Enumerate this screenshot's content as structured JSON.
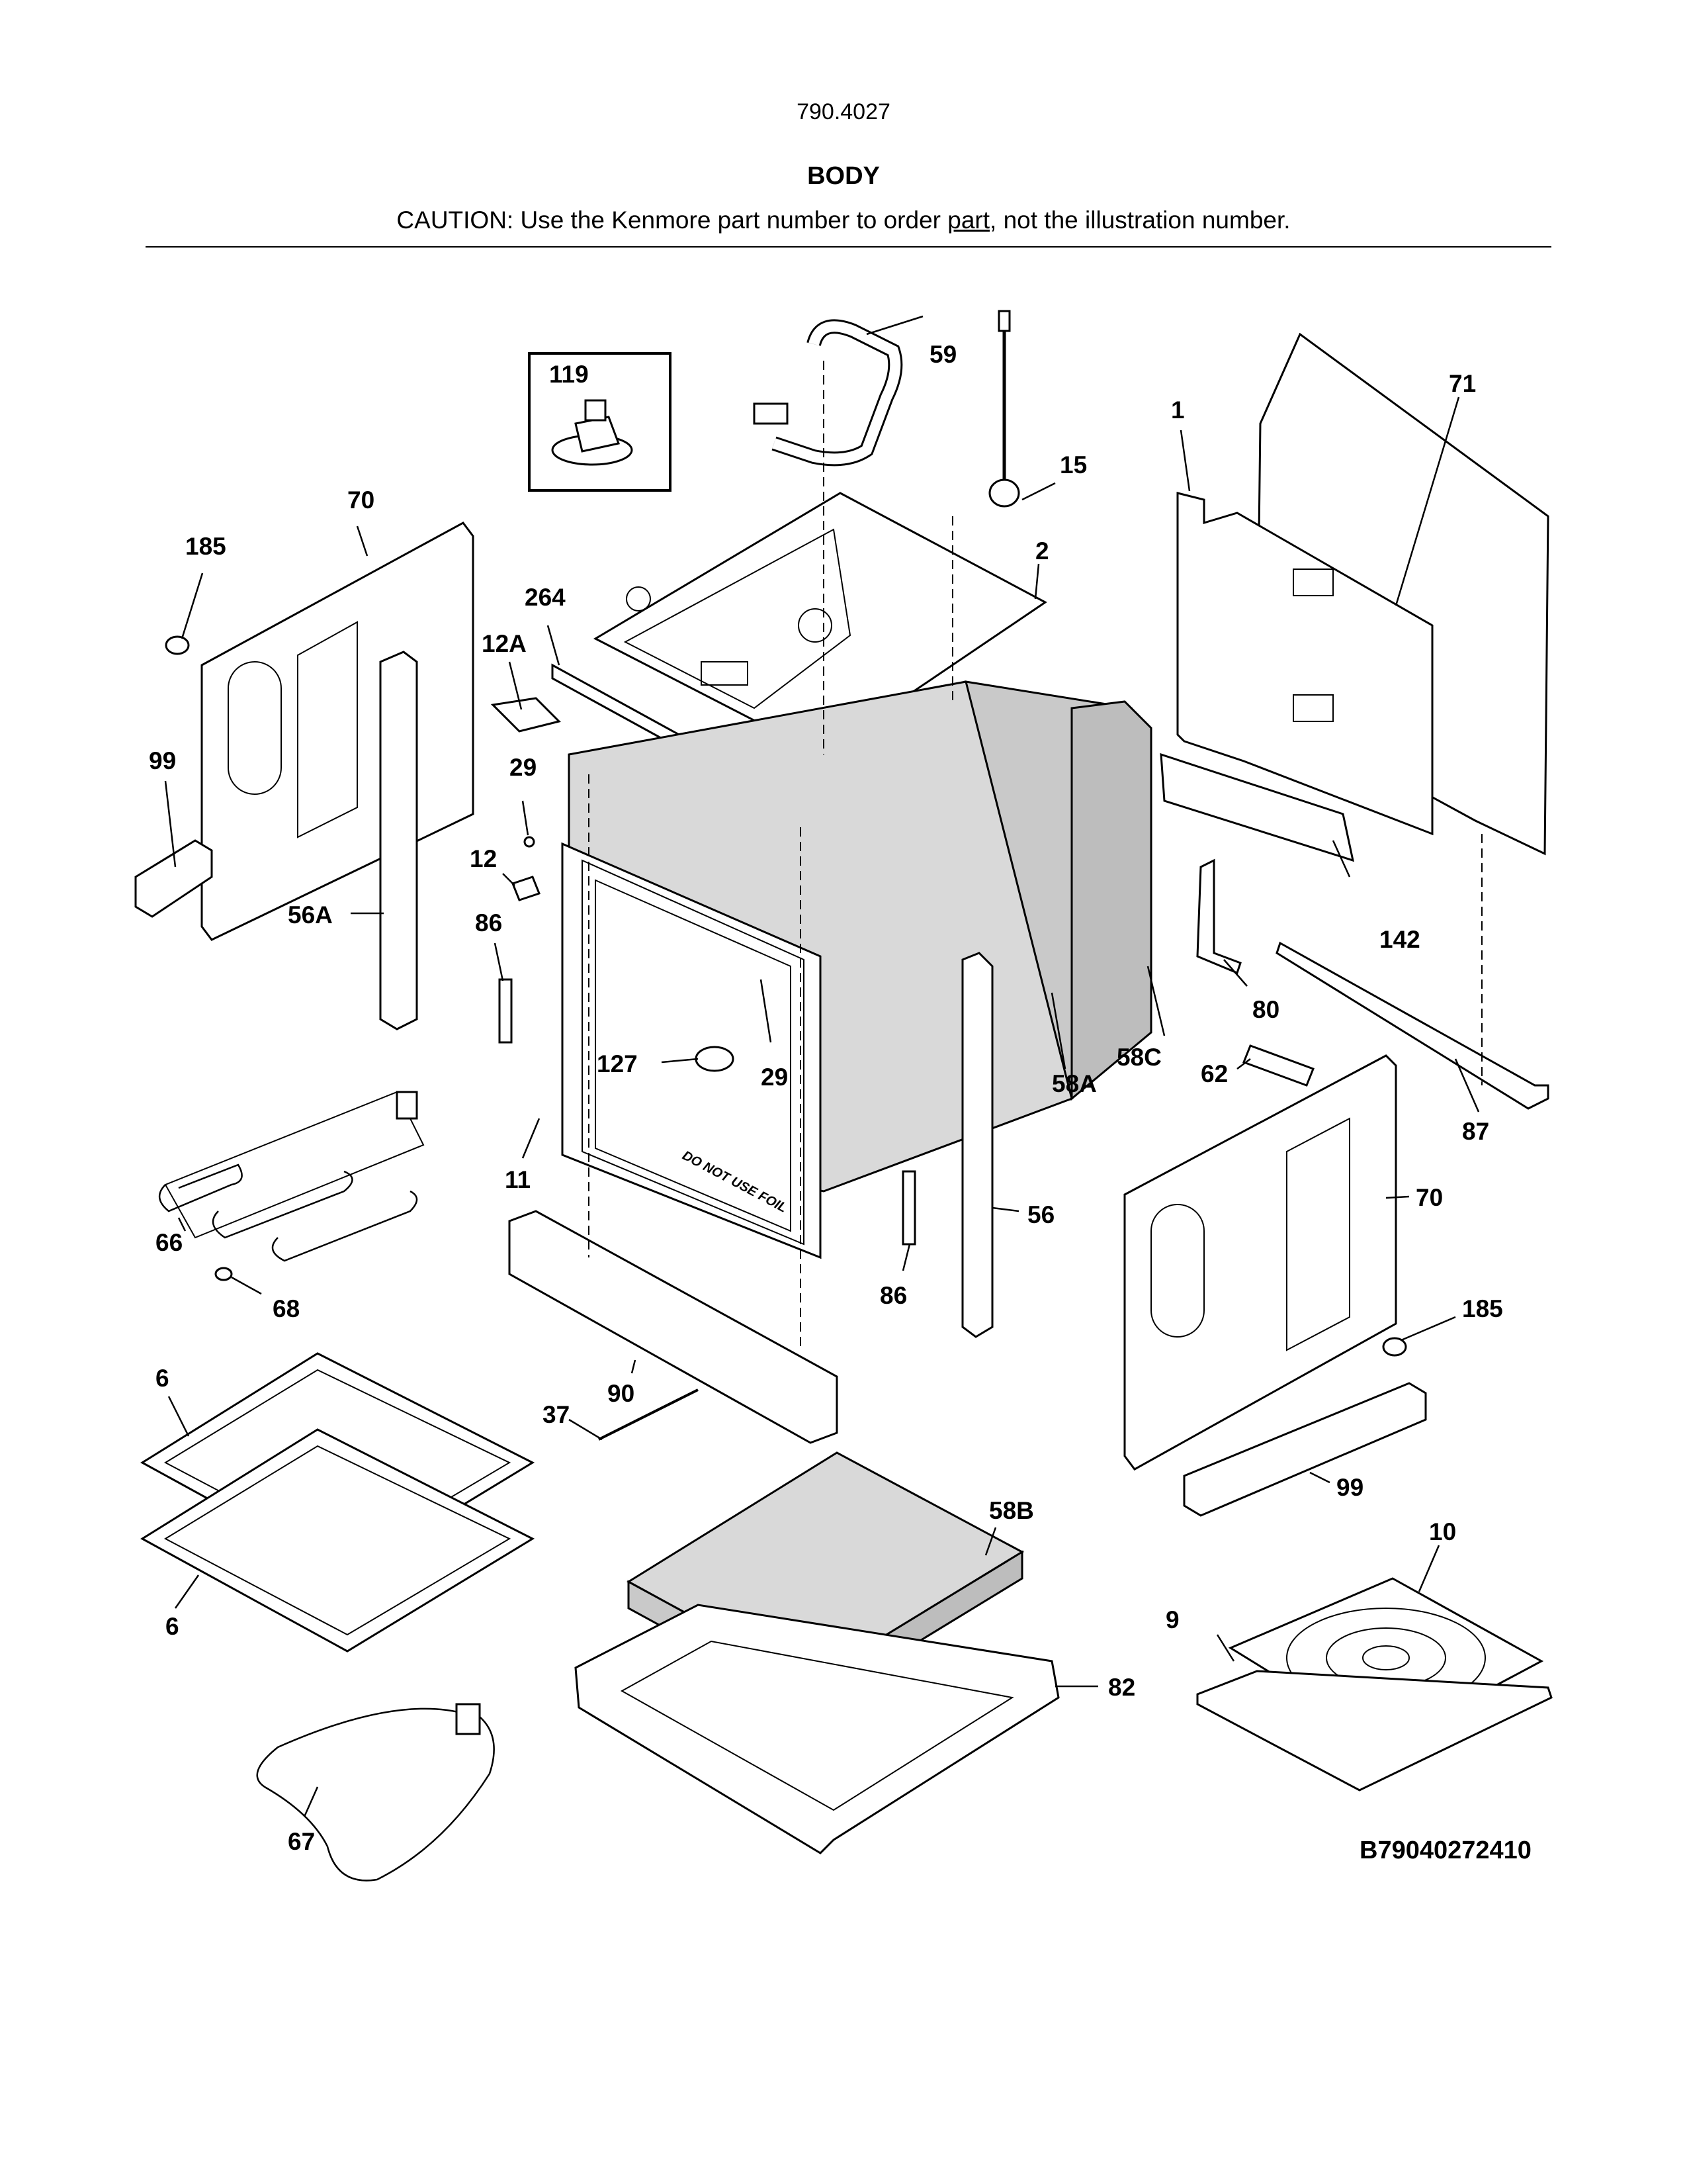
{
  "header": {
    "model": "790.4027",
    "title": "BODY",
    "caution_before": "CAUTION: Use the Kenmore part number to order ",
    "caution_link": "part",
    "caution_after": ", not the illustration number."
  },
  "callouts": [
    "59",
    "119",
    "15",
    "71",
    "1",
    "2",
    "70",
    "185",
    "264",
    "12A",
    "99",
    "29",
    "12",
    "56A",
    "86",
    "127",
    "29",
    "58C",
    "142",
    "80",
    "62",
    "58A",
    "87",
    "11",
    "66",
    "68",
    "56",
    "86",
    "70",
    "185",
    "90",
    "6",
    "37",
    "58B",
    "99",
    "10",
    "6",
    "9",
    "82",
    "67"
  ],
  "in_drawing_text": "DO NOT USE FOIL",
  "diagram_code": "B79040272410"
}
